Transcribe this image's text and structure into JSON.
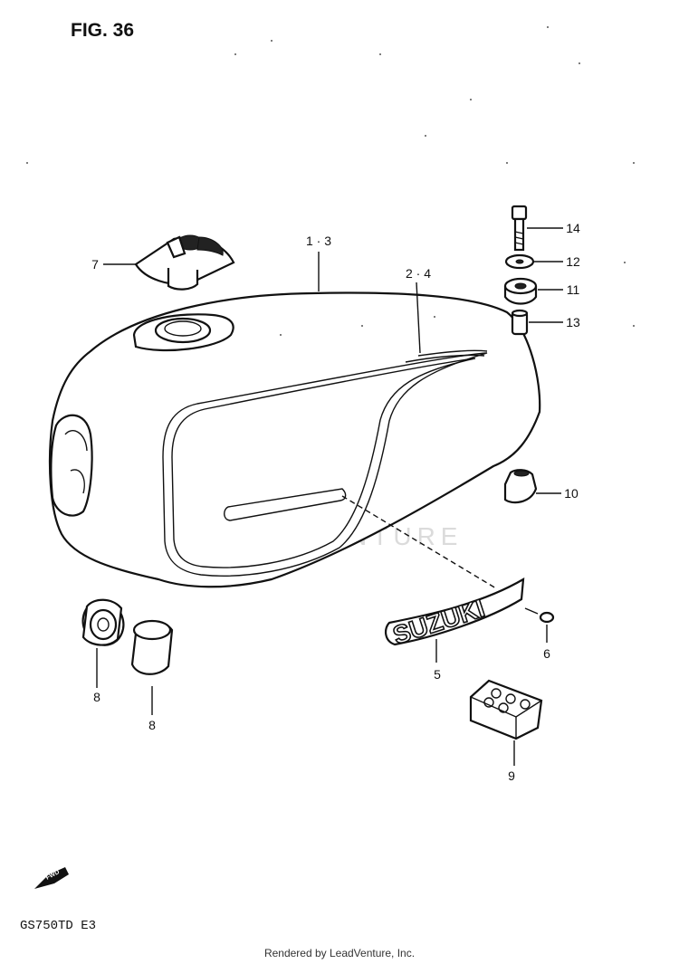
{
  "figure": {
    "title": "FIG. 36",
    "model": "GS750TD  E3"
  },
  "watermark": {
    "text": "LEADVENTURE"
  },
  "footer": {
    "credit": "Rendered by LeadVenture, Inc."
  },
  "callouts": {
    "c1_3": "1 · 3",
    "c2_4": "2 · 4",
    "c5": "5",
    "c6": "6",
    "c7": "7",
    "c8a": "8",
    "c8b": "8",
    "c9": "9",
    "c10": "10",
    "c11": "11",
    "c12": "12",
    "c13": "13",
    "c14": "14"
  },
  "parts": {
    "emblem_text": "SUZUKI",
    "fwd_text": "FWD"
  }
}
